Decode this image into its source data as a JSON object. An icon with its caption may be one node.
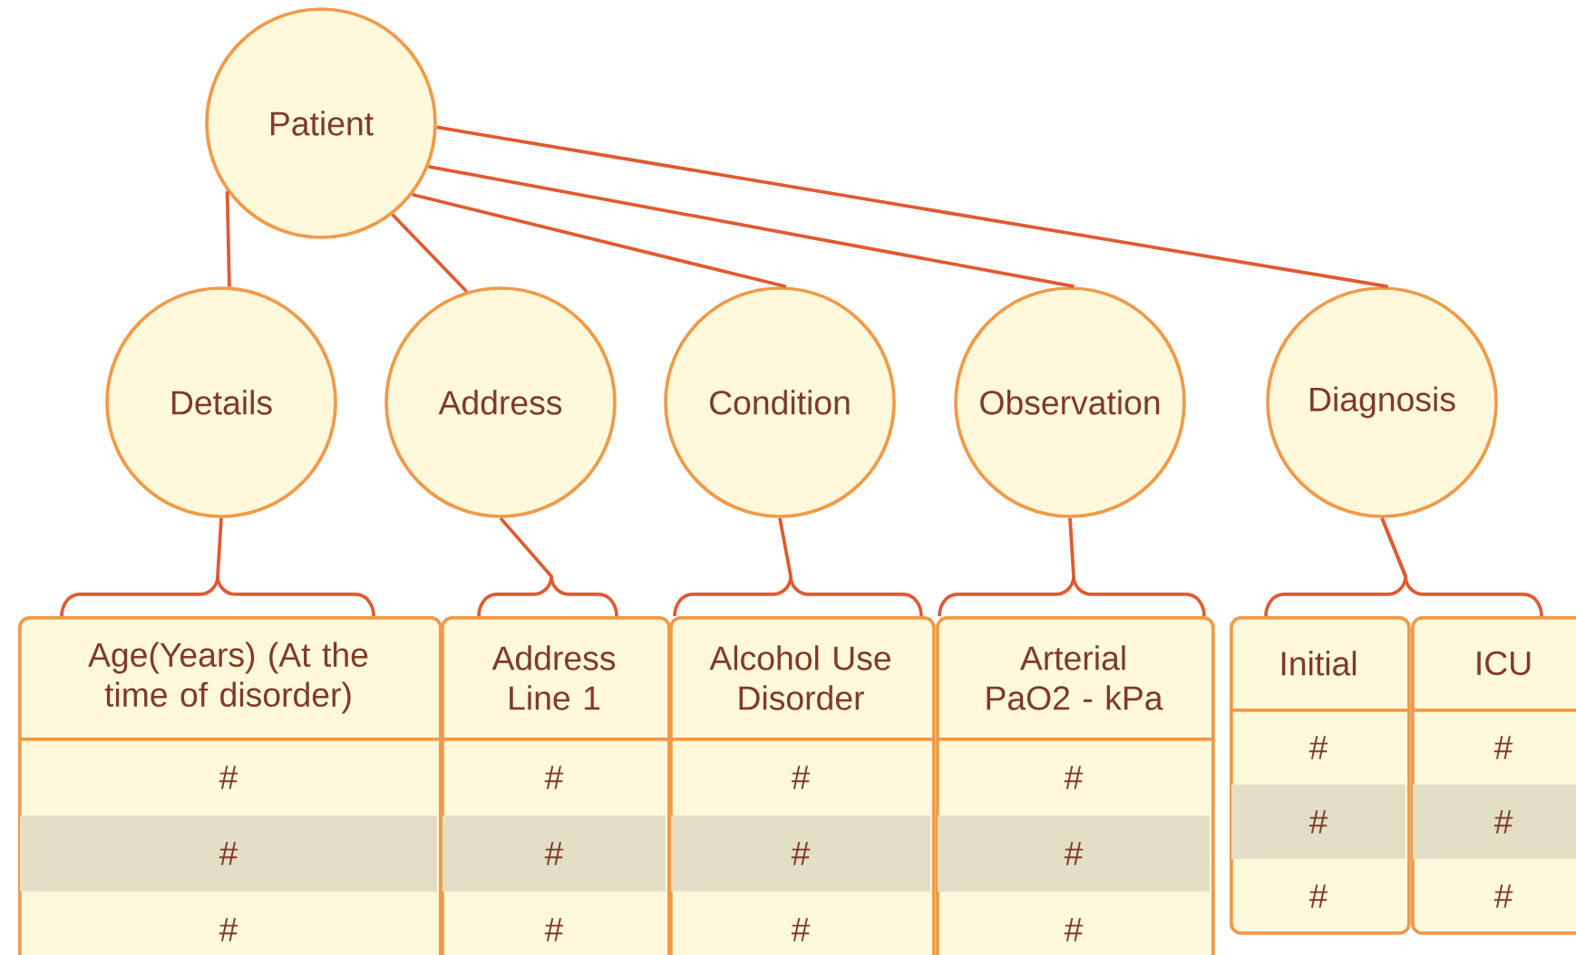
{
  "diagram": {
    "nodes": [
      {
        "text": [
          "Patient"
        ]
      },
      {
        "text": [
          "Details"
        ]
      },
      {
        "text": [
          "Address"
        ]
      },
      {
        "text": [
          "Condition"
        ]
      },
      {
        "text": [
          "Observation"
        ]
      },
      {
        "text": [
          "Diagnosis"
        ]
      },
      {
        "text": [
          "Age(Years) (At the time of disorder)",
          "#",
          "#",
          "#"
        ]
      },
      {
        "text": [
          "Address Line 1",
          "#",
          "#",
          "#"
        ]
      },
      {
        "text": [
          "Alcohol Use Disorder",
          "#",
          "#",
          "#"
        ]
      },
      {
        "text": [
          "Arterial PaO2 - kPa",
          "#",
          "#",
          "#"
        ]
      },
      {
        "text": [
          "Initial",
          "#",
          "#",
          "#"
        ]
      },
      {
        "text": [
          "ICU",
          "#",
          "#",
          "#"
        ]
      }
    ],
    "edges": [
      {
        "from": 0,
        "to": 1,
        "arrow": "none"
      },
      {
        "from": 0,
        "to": 2,
        "arrow": "none"
      },
      {
        "from": 0,
        "to": 3,
        "arrow": "none"
      },
      {
        "from": 0,
        "to": 4,
        "arrow": "none"
      },
      {
        "from": 0,
        "to": 5,
        "arrow": "none"
      },
      {
        "from": 1,
        "to": 6,
        "arrow": "none"
      },
      {
        "from": 2,
        "to": 7,
        "arrow": "none"
      },
      {
        "from": 3,
        "to": 8,
        "arrow": "none"
      },
      {
        "from": 4,
        "to": 9,
        "arrow": "none"
      },
      {
        "from": 5,
        "to": 10,
        "arrow": "none"
      },
      {
        "from": 5,
        "to": 11,
        "arrow": "none"
      }
    ]
  }
}
